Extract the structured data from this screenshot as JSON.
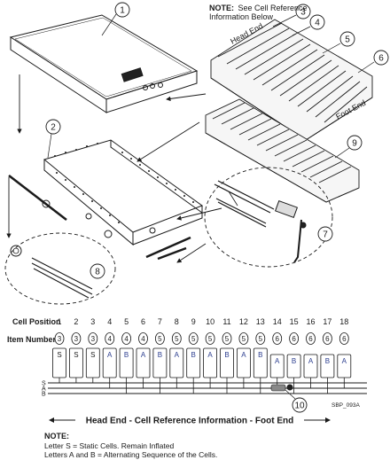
{
  "callouts": [
    "1",
    "2",
    "3",
    "4",
    "5",
    "6",
    "7",
    "8",
    "9",
    "10"
  ],
  "top_note": {
    "title": "NOTE:",
    "line1": "See Cell Reference",
    "line2": "Information Below"
  },
  "labels": {
    "head_end": "Head End",
    "foot_end": "Foot End",
    "cell_position": "Cell Position",
    "item_number": "Item Number",
    "figure_code": "SBP_093A",
    "caption": "Head End - Cell Reference Information - Foot End"
  },
  "bus_labels": [
    "S",
    "A",
    "B"
  ],
  "cell_positions": [
    "1",
    "2",
    "3",
    "4",
    "5",
    "6",
    "7",
    "8",
    "9",
    "10",
    "11",
    "12",
    "13",
    "14",
    "15",
    "16",
    "17",
    "18"
  ],
  "item_numbers": [
    "3",
    "3",
    "3",
    "4",
    "4",
    "4",
    "5",
    "5",
    "5",
    "5",
    "5",
    "5",
    "5",
    "6",
    "6",
    "6",
    "6",
    "6"
  ],
  "cell_types": [
    "S",
    "S",
    "S",
    "A",
    "B",
    "A",
    "B",
    "A",
    "B",
    "A",
    "B",
    "A",
    "B",
    "A",
    "B",
    "A",
    "B",
    "A"
  ],
  "bottom_note": {
    "title": "NOTE:",
    "line1": "Letter S = Static Cells. Remain Inflated",
    "line2": "Letters A and B = Alternating Sequence of the Cells."
  }
}
